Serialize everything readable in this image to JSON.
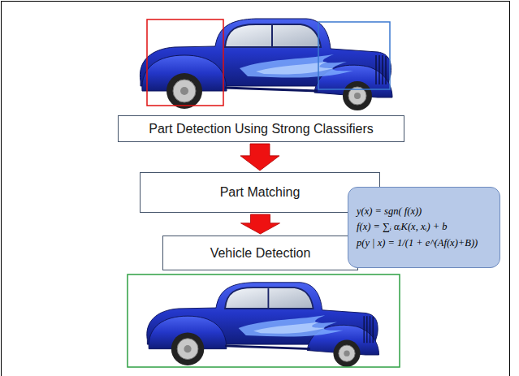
{
  "diagram": {
    "nodes": [
      {
        "text": [
          "Part Detection Using Strong Classifiers"
        ]
      },
      {
        "text": [
          "Part Matching"
        ]
      },
      {
        "text": [
          "Vehicle Detection"
        ]
      },
      {
        "text": [
          "y(x) = sgn( f(x))",
          "f(x) = ∑ᵢ αᵢK(x, xᵢ) + b",
          "p(y | x) = 1/(1 + e^(Af(x)+B))"
        ]
      }
    ],
    "edges": [
      {
        "from": 0,
        "to": 1,
        "arrow": "to"
      },
      {
        "from": 1,
        "to": 2,
        "arrow": "to"
      }
    ]
  }
}
